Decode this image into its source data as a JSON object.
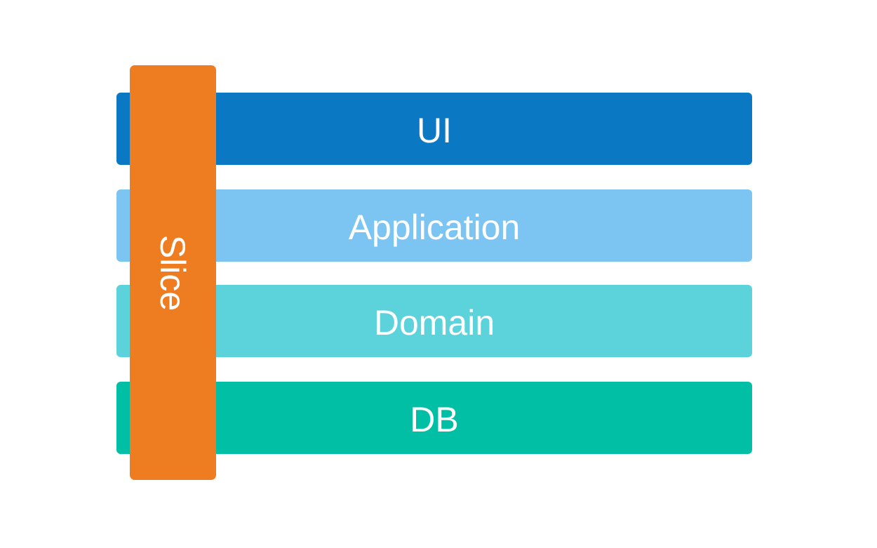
{
  "diagram": {
    "background_color": "#ffffff",
    "text_color": "#ffffff",
    "slice": {
      "label": "Slice",
      "color": "#ee7d22"
    },
    "layers": [
      {
        "label": "UI",
        "color": "#0a78c2"
      },
      {
        "label": "Application",
        "color": "#7cc4f2"
      },
      {
        "label": "Domain",
        "color": "#5cd2da"
      },
      {
        "label": "DB",
        "color": "#00bfa5"
      }
    ]
  }
}
